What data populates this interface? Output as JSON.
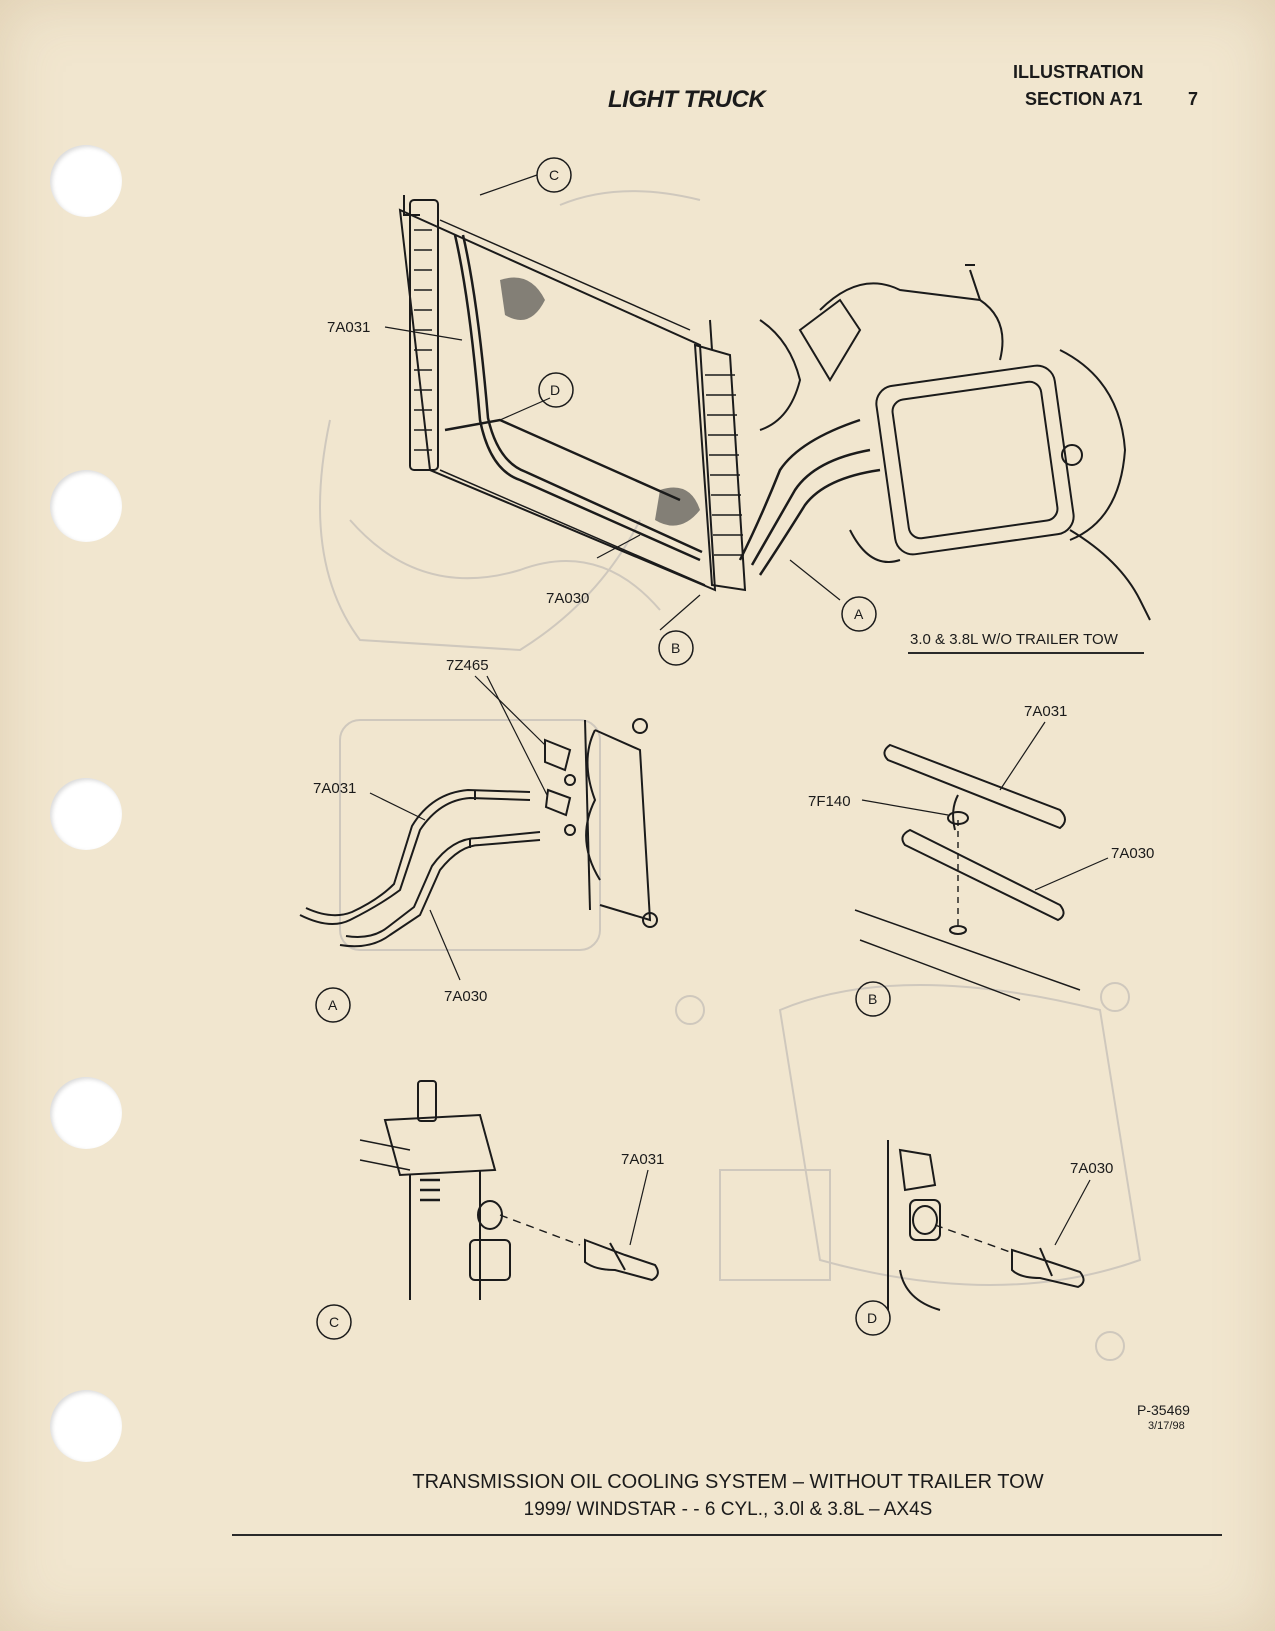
{
  "header": {
    "left": "LIGHT TRUCK",
    "right_line1": "ILLUSTRATION",
    "right_line2": "SECTION A71",
    "page_number": "7"
  },
  "figure": {
    "main_caption": "3.0 & 3.8L W/O TRAILER TOW",
    "figure_number": "P-35469",
    "figure_date": "3/17/98",
    "main_callouts": {
      "tube_upper": "7A031",
      "tube_lower": "7A030"
    },
    "circle_refs": {
      "A": "A",
      "B": "B",
      "C": "C",
      "D": "D"
    },
    "detail_a": {
      "label_clips": "7Z465",
      "label_upper": "7A031",
      "label_lower": "7A030",
      "circle": "A"
    },
    "detail_b": {
      "label_upper": "7A031",
      "label_clip": "7F140",
      "label_lower": "7A030",
      "circle": "B"
    },
    "detail_c": {
      "label": "7A031",
      "circle": "C"
    },
    "detail_d": {
      "label": "7A030",
      "circle": "D"
    }
  },
  "footer": {
    "title_line1": "TRANSMISSION OIL COOLING SYSTEM – WITHOUT TRAILER TOW",
    "title_line2": "1999/ WINDSTAR - - 6 CYL., 3.0l & 3.8L – AX4S"
  },
  "colors": {
    "paper": "#f1e6cf",
    "ink": "#1b1b1b",
    "bleed": "#c9c2b8"
  }
}
